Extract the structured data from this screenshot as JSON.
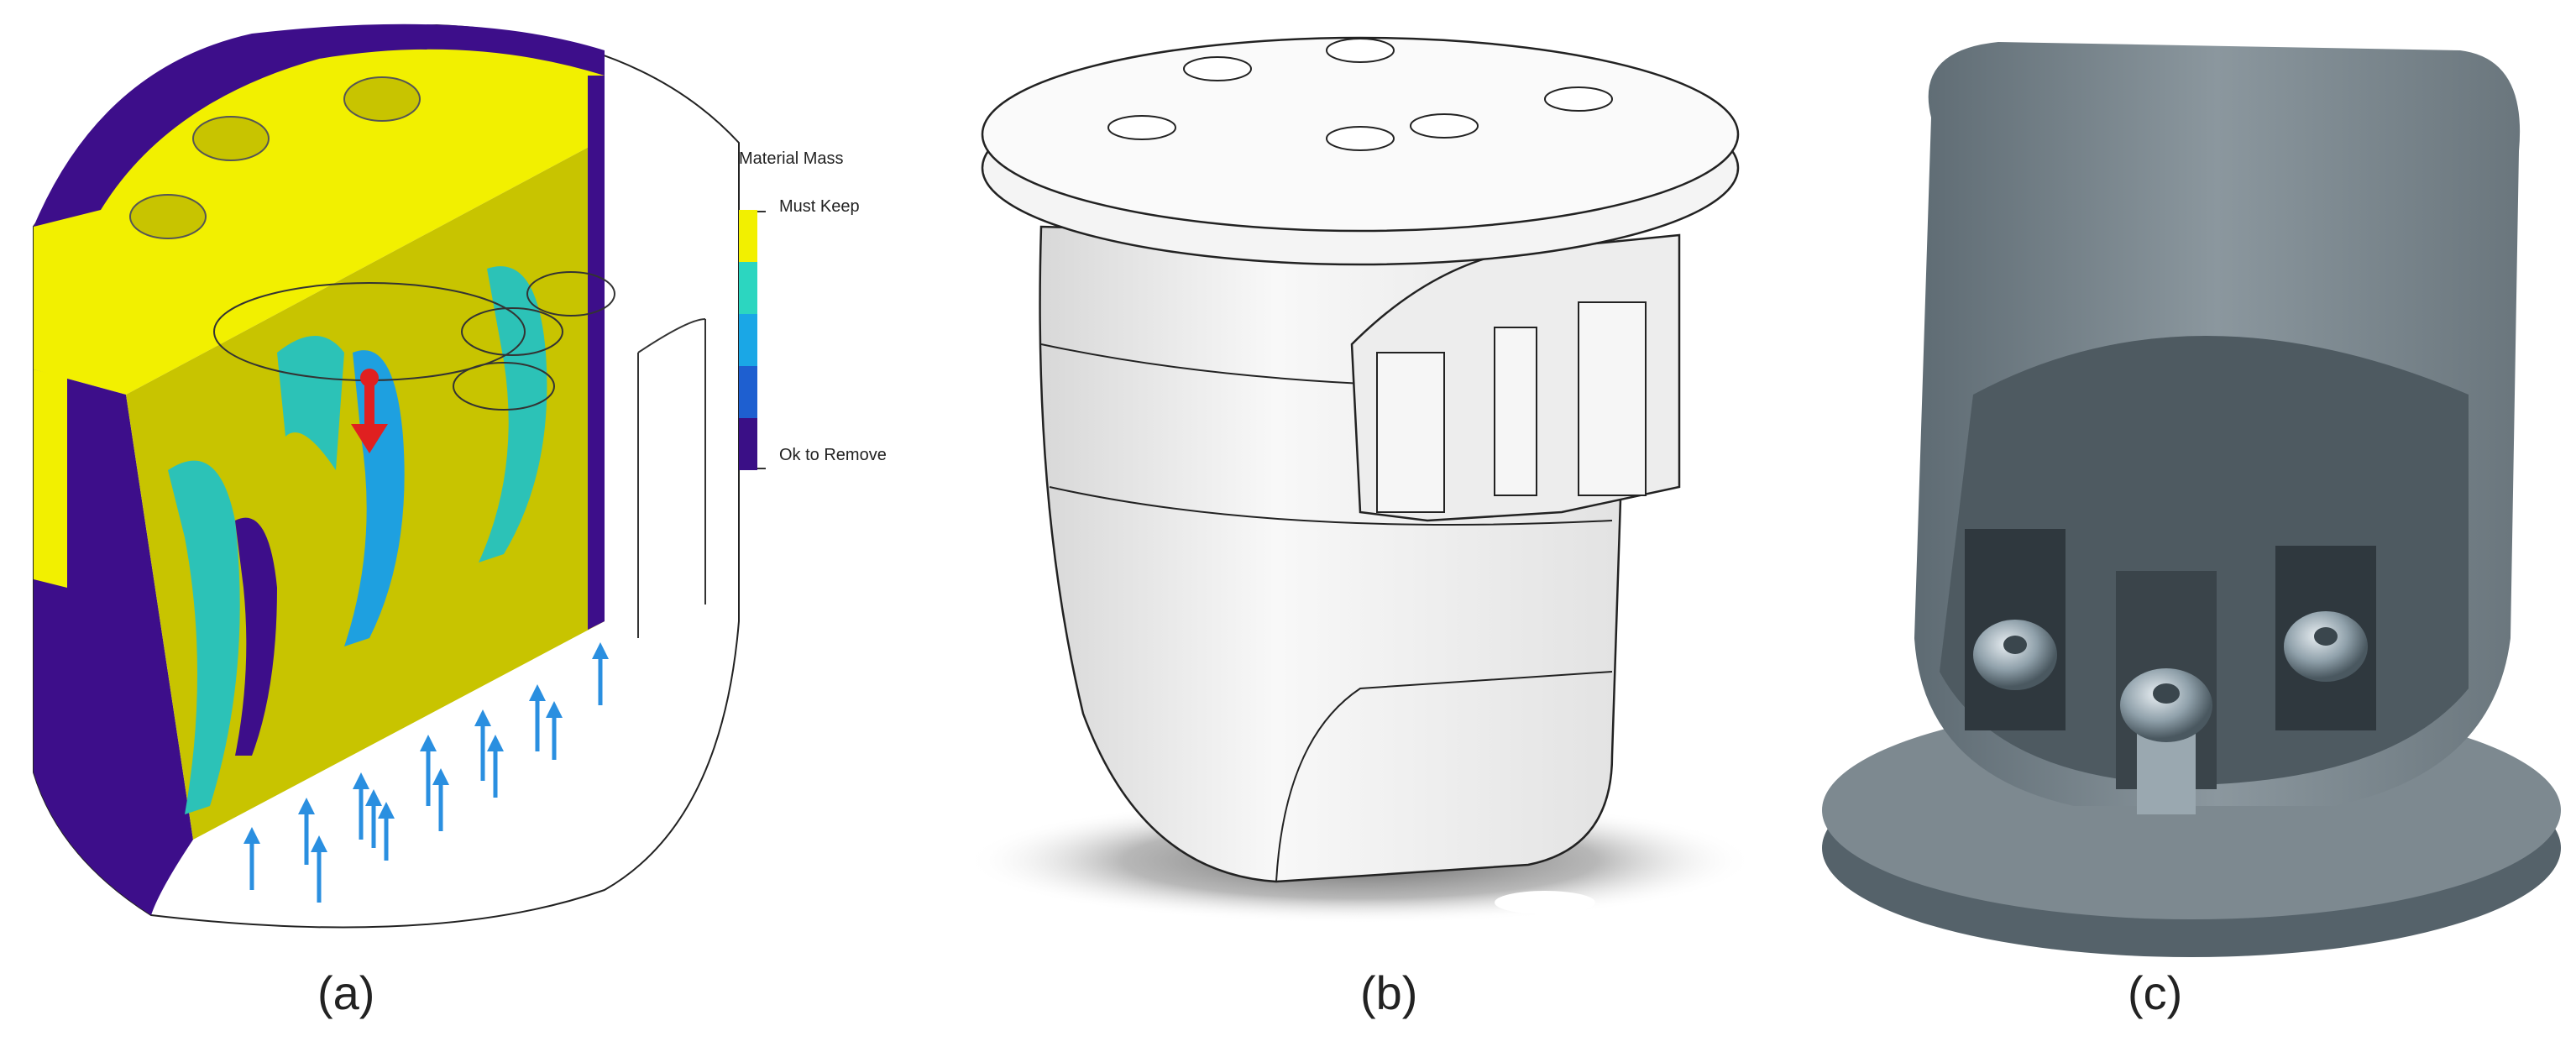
{
  "legend": {
    "title": "Material Mass",
    "top_label": "Must Keep",
    "bottom_label": "Ok to Remove",
    "colors": [
      "#f2f000",
      "#2cd6c0",
      "#1aa7e6",
      "#1e5fd0",
      "#3a0f86"
    ]
  },
  "captions": {
    "a": "(a)",
    "b": "(b)",
    "c": "(c)"
  },
  "colors": {
    "keep": "#f2f000",
    "keep_dark": "#c8c400",
    "remove": "#3d0e8a",
    "mid_teal": "#2cc2b7",
    "mid_blue": "#1ea0e0",
    "arrow_blue": "#2a8fe0",
    "arrow_red": "#e02020",
    "print_gray": "#6f7c84"
  }
}
